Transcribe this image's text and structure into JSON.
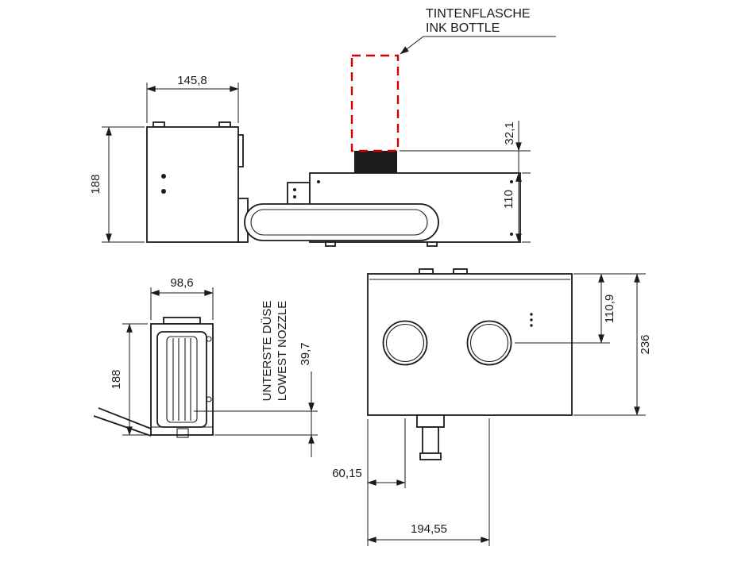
{
  "colors": {
    "line": "#1b1b1b",
    "dashed": "#d40000",
    "bg": "#ffffff"
  },
  "callout": {
    "line1": "TINTENFLASCHE",
    "line2": "INK BOTTLE"
  },
  "side_view": {
    "width": "145,8",
    "height": "188",
    "bottle_inset": "32,1",
    "head_height": "110"
  },
  "front_view": {
    "width": "98,6",
    "height": "188",
    "nozzle_dim": "39,7",
    "note1": "UNTERSTE DÜSE",
    "note2": "LOWEST NOZZLE"
  },
  "top_view": {
    "circle1_vert": "110,9",
    "height": "236",
    "circle1_horiz": "60,15",
    "circle2_horiz": "194,55"
  }
}
